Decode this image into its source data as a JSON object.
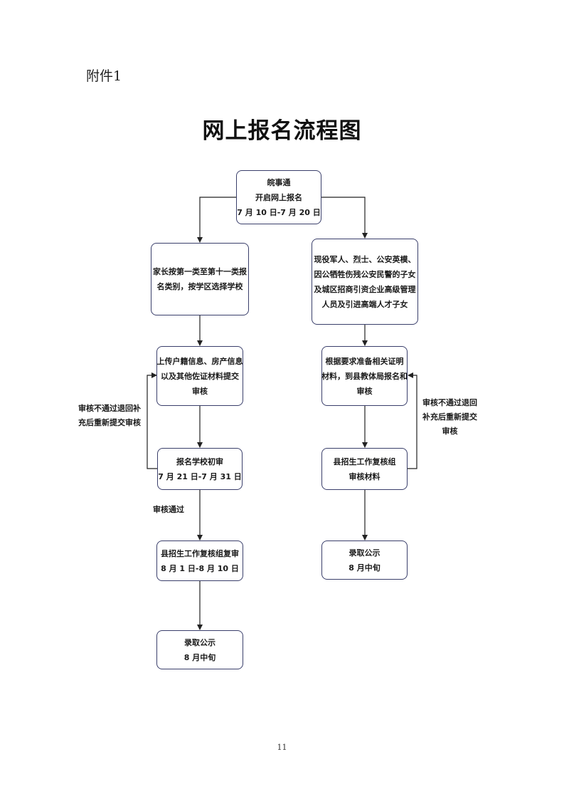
{
  "header": {
    "attachment_label": "附件1",
    "title": "网上报名流程图"
  },
  "flowchart": {
    "start": {
      "lines": [
        "皖事通",
        "开启网上报名",
        "7 月 10 日-7 月 20 日"
      ]
    },
    "left_branch": {
      "step1": {
        "lines": [
          "家长按第一类至第十一类报",
          "名类别，按学区选择学校"
        ]
      },
      "step2": {
        "lines": [
          "上传户籍信息、房产信息",
          "以及其他佐证材料提交",
          "审核"
        ]
      },
      "step3": {
        "lines": [
          "报名学校初审",
          "7 月 21 日-7 月 31 日"
        ]
      },
      "step4": {
        "lines": [
          "县招生工作复核组复审",
          "8 月 1 日-8 月 10 日"
        ]
      },
      "step5": {
        "lines": [
          "录取公示",
          "8 月中旬"
        ]
      },
      "loop_note": {
        "lines": [
          "审核不通过退回补",
          "充后重新提交审核"
        ]
      },
      "pass_note": "审核通过"
    },
    "right_branch": {
      "step1": {
        "lines": [
          "现役军人、烈士、公安英模、",
          "因公牺牲伤残公安民警的子女",
          "及城区招商引资企业高级管理",
          "人员及引进高端人才子女"
        ]
      },
      "step2": {
        "lines": [
          "根据要求准备相关证明",
          "材料，到县教体局报名和",
          "审核"
        ]
      },
      "step3": {
        "lines": [
          "县招生工作复核组",
          "审核材料"
        ]
      },
      "step4": {
        "lines": [
          "录取公示",
          "8 月中旬"
        ]
      },
      "loop_note": {
        "lines": [
          "审核不通过退回",
          "补充后重新提交",
          "审核"
        ]
      }
    }
  },
  "footer": {
    "page_number": "11"
  },
  "colors": {
    "box_border": "#3a3f6b",
    "connector": "#222222"
  }
}
